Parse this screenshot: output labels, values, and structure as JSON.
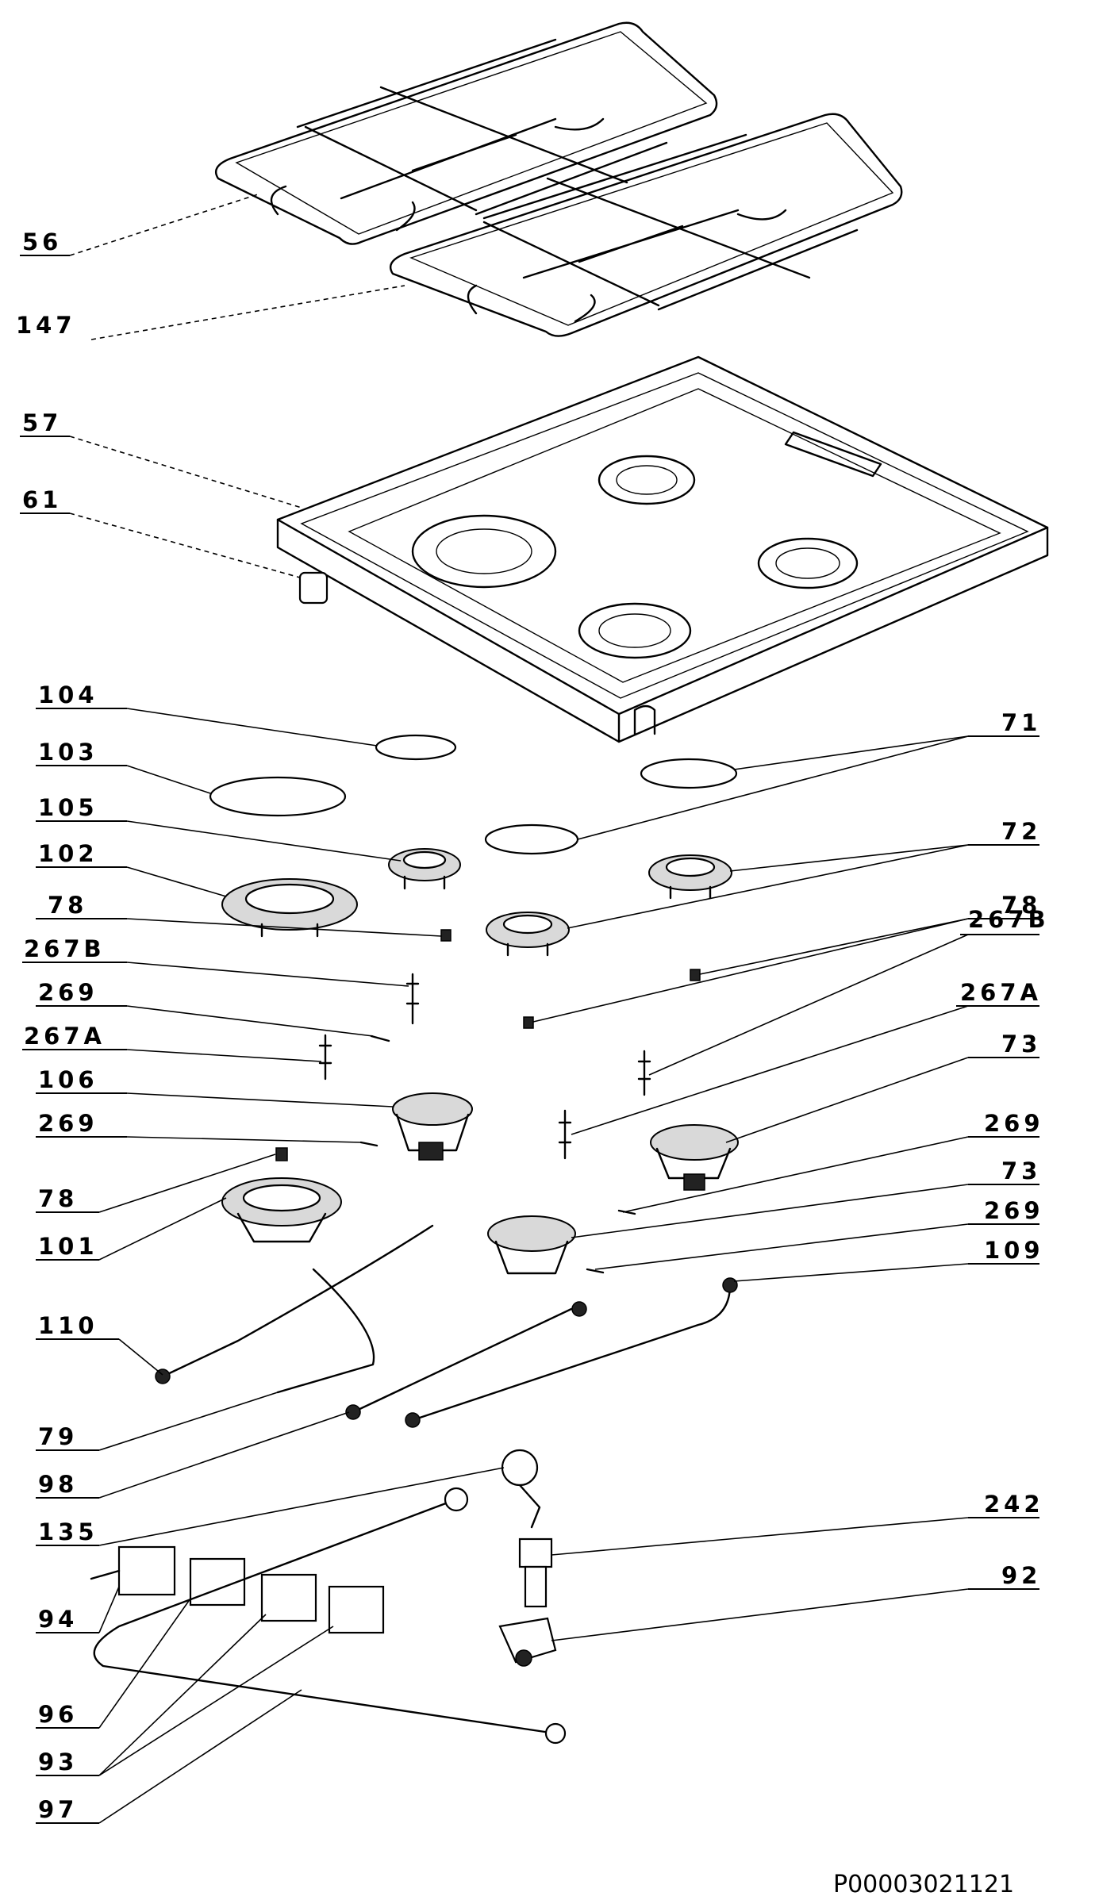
{
  "document_code": "P00003021121",
  "callouts": [
    {
      "id": "56"
    },
    {
      "id": "147"
    },
    {
      "id": "57"
    },
    {
      "id": "61"
    },
    {
      "id": "104"
    },
    {
      "id": "103"
    },
    {
      "id": "105"
    },
    {
      "id": "102"
    },
    {
      "id": "78"
    },
    {
      "id": "267B"
    },
    {
      "id": "269"
    },
    {
      "id": "267A"
    },
    {
      "id": "106"
    },
    {
      "id": "269"
    },
    {
      "id": "78"
    },
    {
      "id": "101"
    },
    {
      "id": "110"
    },
    {
      "id": "79"
    },
    {
      "id": "98"
    },
    {
      "id": "135"
    },
    {
      "id": "94"
    },
    {
      "id": "96"
    },
    {
      "id": "93"
    },
    {
      "id": "97"
    },
    {
      "id": "71"
    },
    {
      "id": "72"
    },
    {
      "id": "78"
    },
    {
      "id": "267B"
    },
    {
      "id": "267A"
    },
    {
      "id": "73"
    },
    {
      "id": "269"
    },
    {
      "id": "73"
    },
    {
      "id": "269"
    },
    {
      "id": "109"
    },
    {
      "id": "242"
    },
    {
      "id": "92"
    }
  ]
}
